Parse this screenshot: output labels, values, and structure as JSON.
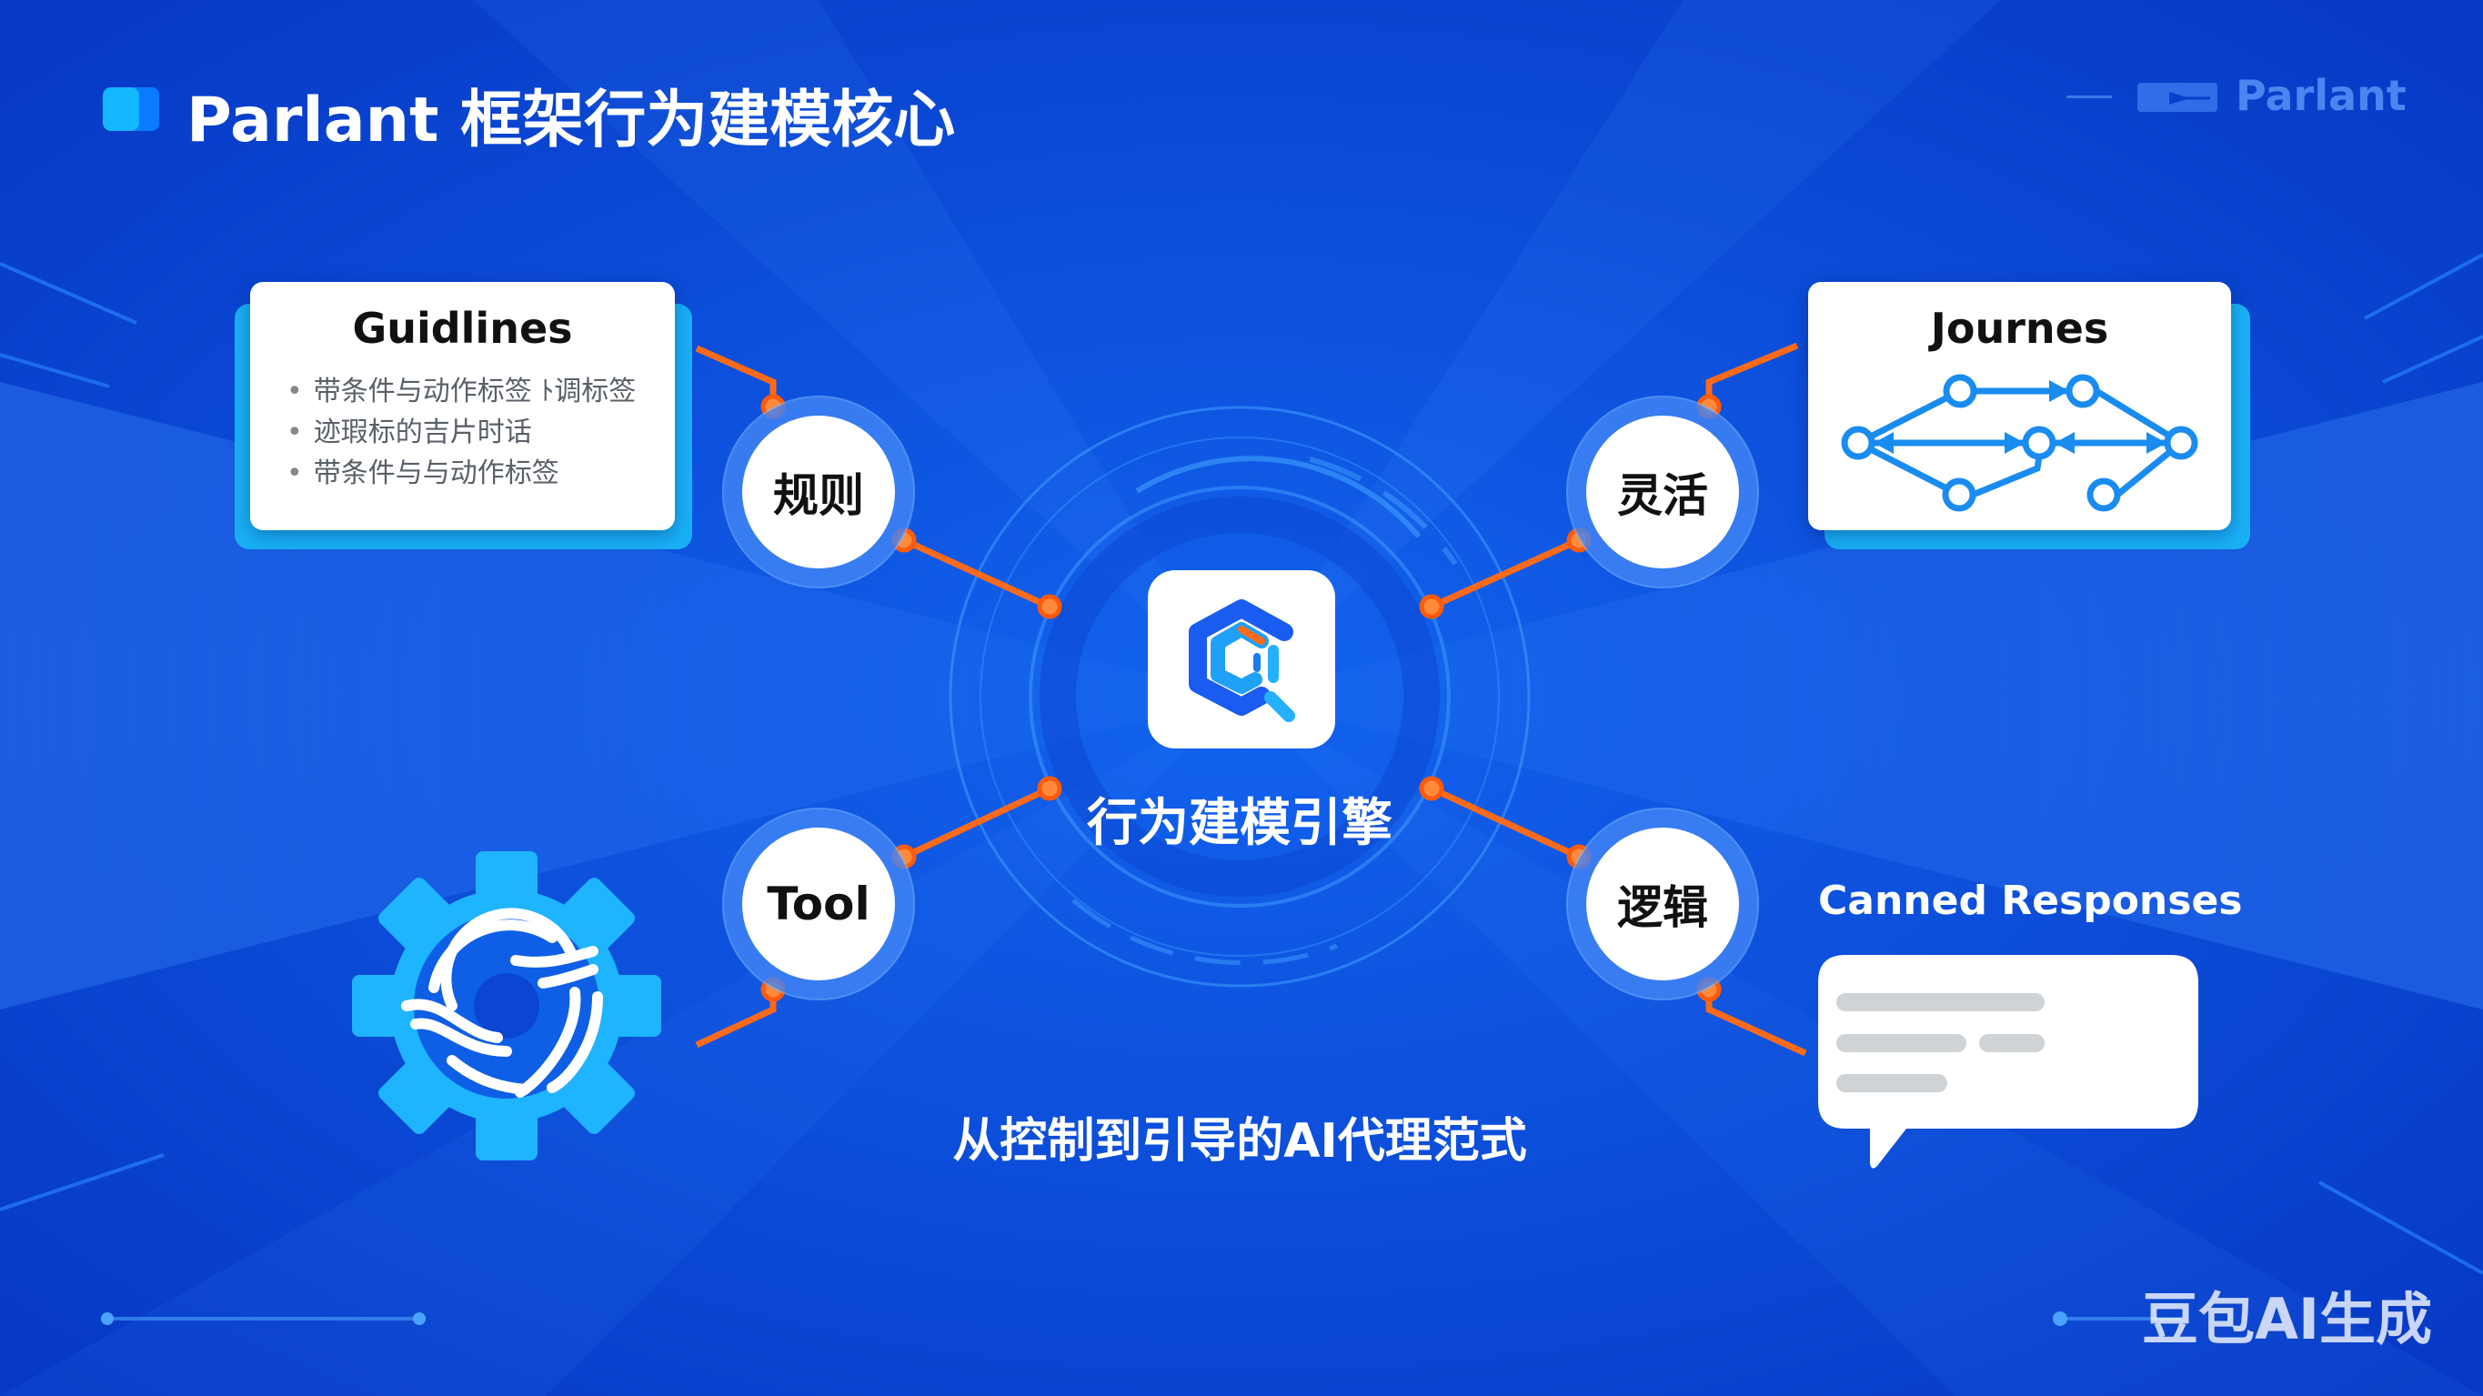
{
  "header": {
    "title": "Parlant 框架行为建模核心",
    "logo_text": "Parlant"
  },
  "guidelines_card": {
    "title": "Guidlines",
    "bullets": [
      "带条件与动作标签 ﾄ调标签",
      "迹瑕标的吉片时话",
      "带条件与与动作标签"
    ]
  },
  "journeys_card": {
    "title": "Journes"
  },
  "nodes": {
    "rules": "规则",
    "flexible": "灵活",
    "tool": "Tool",
    "logic": "逻辑"
  },
  "center": {
    "label": "行为建模引擎"
  },
  "canned_responses": {
    "title": "Canned Responses"
  },
  "subtitle": "从控制到引导的AI代理范式",
  "watermark": "豆包AI生成",
  "colors": {
    "background": "#0a47d8",
    "accent_orange": "#ff6a1a",
    "cyan": "#19b1f6",
    "card": "#ffffff"
  },
  "icons": {
    "title_mark": "double-square-icon",
    "logo": "parlant-logo-icon",
    "engine": "hexagon-search-icon",
    "tool": "gear-icon",
    "journeys": "flow-graph-icon",
    "canned": "chat-bubble-icon"
  }
}
